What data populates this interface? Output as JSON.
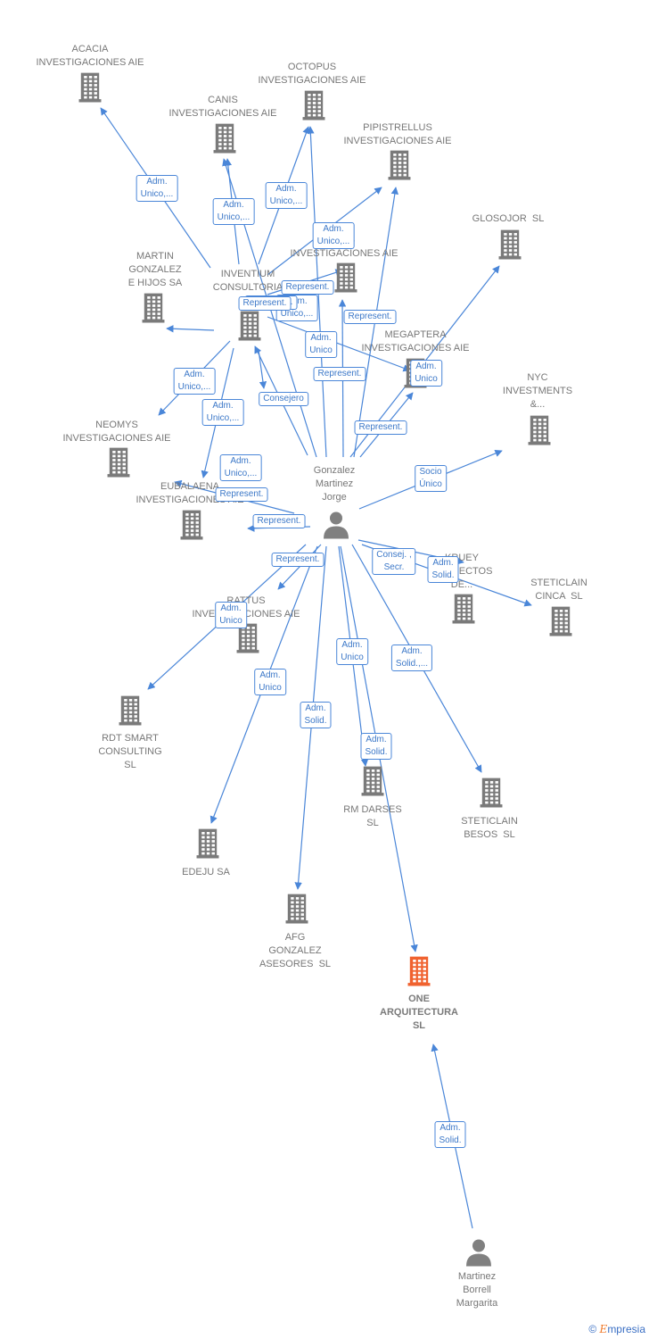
{
  "nodes": [
    {
      "id": "acacia",
      "type": "company",
      "label": "ACACIA\nINVESTIGACIONES AIE"
    },
    {
      "id": "octopus",
      "type": "company",
      "label": "OCTOPUS\nINVESTIGACIONES AIE"
    },
    {
      "id": "canis",
      "type": "company",
      "label": "CANIS\nINVESTIGACIONES AIE"
    },
    {
      "id": "pipistrellus",
      "type": "company",
      "label": "PIPISTRELLUS\nINVESTIGACIONES AIE"
    },
    {
      "id": "glosojor",
      "type": "company",
      "label": "GLOSOJOR  SL"
    },
    {
      "id": "us_inv",
      "type": "company",
      "label": "...US\nINVESTIGACIONES AIE"
    },
    {
      "id": "martin",
      "type": "company",
      "label": "MARTIN\nGONZALEZ\nE HIJOS SA"
    },
    {
      "id": "inventium",
      "type": "company",
      "label": "INVENTIUM\nCONSULTORIA\nD..."
    },
    {
      "id": "megaptera",
      "type": "company",
      "label": "MEGAPTERA\nINVESTIGACIONES AIE"
    },
    {
      "id": "nyc",
      "type": "company",
      "label": "NYC\nINVESTMENTS\n&..."
    },
    {
      "id": "neomys",
      "type": "company",
      "label": "NEOMYS\nINVESTIGACIONES AIE"
    },
    {
      "id": "eubalaena",
      "type": "company",
      "label": "EUBALAENA\nINVESTIGACIONES AIE"
    },
    {
      "id": "kruey",
      "type": "company",
      "label": "KRUEY\nPROYECTOS\nDE..."
    },
    {
      "id": "steticlain_cinca",
      "type": "company",
      "label": "STETICLAIN\nCINCA  SL"
    },
    {
      "id": "rattus",
      "type": "company",
      "label": "RATTUS\nINVESTIGACIONES AIE"
    },
    {
      "id": "rdt",
      "type": "company",
      "label": "RDT SMART\nCONSULTING\nSL"
    },
    {
      "id": "rm_darses",
      "type": "company",
      "label": "RM DARSES\nSL"
    },
    {
      "id": "steticlain_besos",
      "type": "company",
      "label": "STETICLAIN\nBESOS  SL"
    },
    {
      "id": "edeju",
      "type": "company",
      "label": "EDEJU SA"
    },
    {
      "id": "afg",
      "type": "company",
      "label": "AFG\nGONZALEZ\nASESORES  SL"
    },
    {
      "id": "one",
      "type": "company",
      "focus": true,
      "label": "ONE\nARQUITECTURA\nSL"
    },
    {
      "id": "gonzalez",
      "type": "person",
      "label": "Gonzalez\nMartinez\nJorge"
    },
    {
      "id": "martinez",
      "type": "person",
      "label": "Martinez\nBorrell\nMargarita"
    }
  ],
  "edges": [
    {
      "from": "inventium",
      "to": "acacia",
      "label": "Adm.\nUnico,..."
    },
    {
      "from": "inventium",
      "to": "canis",
      "label": "Adm.\nUnico,..."
    },
    {
      "from": "inventium",
      "to": "octopus",
      "label": "Adm.\nUnico,..."
    },
    {
      "from": "inventium",
      "to": "pipistrellus",
      "label": "Adm.\nUnico,..."
    },
    {
      "from": "inventium",
      "to": "us_inv",
      "label": "Adm.\nUnico,..."
    },
    {
      "from": "inventium",
      "to": "megaptera",
      "label": "Adm.\nUnico"
    },
    {
      "from": "inventium",
      "to": "martin",
      "label": "Adm.\nUnico,..."
    },
    {
      "from": "inventium",
      "to": "neomys",
      "label": "Adm.\nUnico,..."
    },
    {
      "from": "inventium",
      "to": "eubalaena",
      "label": "Adm.\nUnico,..."
    },
    {
      "from": "inventium",
      "to": "rattus",
      "label": "Consejero"
    },
    {
      "from": "gonzalez",
      "to": "canis",
      "label": "Represent."
    },
    {
      "from": "gonzalez",
      "to": "octopus",
      "label": "Represent."
    },
    {
      "from": "gonzalez",
      "to": "pipistrellus",
      "label": "Represent."
    },
    {
      "from": "gonzalez",
      "to": "us_inv",
      "label": "Represent."
    },
    {
      "from": "gonzalez",
      "to": "megaptera",
      "label": "Represent."
    },
    {
      "from": "gonzalez",
      "to": "inventium",
      "label": "Represent."
    },
    {
      "from": "gonzalez",
      "to": "eubalaena",
      "label": "Represent."
    },
    {
      "from": "gonzalez",
      "to": "rattus",
      "label": "Represent."
    },
    {
      "from": "gonzalez",
      "to": "neomys",
      "label": "Represent."
    },
    {
      "from": "gonzalez",
      "to": "nyc",
      "label": "Socio\nÚnico"
    },
    {
      "from": "gonzalez",
      "to": "glosojor",
      "label": "Adm.\nUnico"
    },
    {
      "from": "gonzalez",
      "to": "kruey",
      "label": "Consej. ,\nSecr."
    },
    {
      "from": "gonzalez",
      "to": "steticlain_cinca",
      "label": "Adm.\nSolid."
    },
    {
      "from": "gonzalez",
      "to": "steticlain_besos",
      "label": "Adm.\nSolid.,..."
    },
    {
      "from": "gonzalez",
      "to": "rm_darses",
      "label": "Adm.\nUnico"
    },
    {
      "from": "gonzalez",
      "to": "one",
      "label": "Adm.\nSolid."
    },
    {
      "from": "gonzalez",
      "to": "afg",
      "label": "Adm.\nSolid."
    },
    {
      "from": "gonzalez",
      "to": "edeju",
      "label": "Adm.\nUnico"
    },
    {
      "from": "gonzalez",
      "to": "rdt",
      "label": "Adm.\nUnico"
    },
    {
      "from": "martinez",
      "to": "one",
      "label": "Adm.\nSolid."
    }
  ],
  "colors": {
    "edge": "#4a86d8",
    "company": "#7a7a7a",
    "focus": "#f0622f",
    "person": "#808080"
  },
  "footer": {
    "copyright": "©",
    "brand_first": "E",
    "brand_rest": "mpresia"
  }
}
